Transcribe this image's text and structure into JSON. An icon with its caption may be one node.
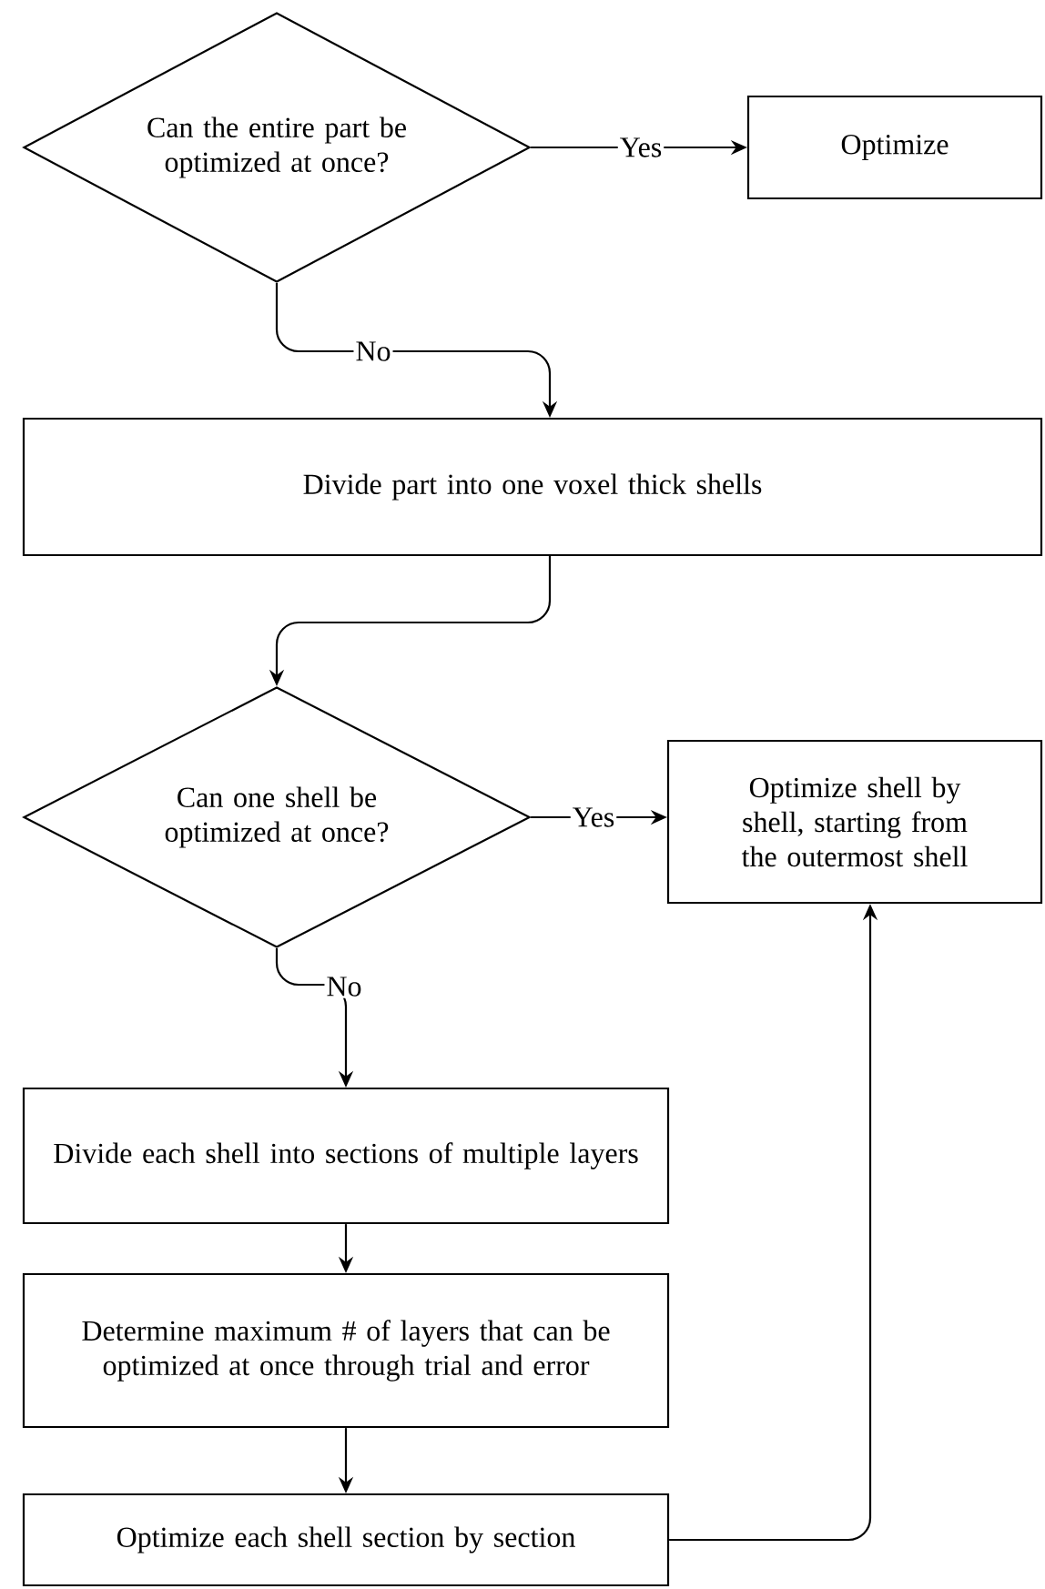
{
  "diagram": {
    "nodes": [
      {
        "text": [
          "Can the entire part be optimized at once?"
        ]
      },
      {
        "text": [
          "Optimize"
        ]
      },
      {
        "text": [
          "Divide part into one voxel thick shells"
        ]
      },
      {
        "text": [
          "Can one shell be optimized at once?"
        ]
      },
      {
        "text": [
          "Optimize shell by shell, starting from the outermost shell"
        ]
      },
      {
        "text": [
          "Divide each shell into sections of multiple layers"
        ]
      },
      {
        "text": [
          "Determine maximum # of layers that can be optimized at once through trial and error"
        ]
      },
      {
        "text": [
          "Optimize each shell section by section"
        ]
      }
    ],
    "edges": [
      {
        "from": 0,
        "to": 1,
        "arrow": "to",
        "label": "Yes"
      },
      {
        "from": 0,
        "to": 2,
        "arrow": "to",
        "label": "No"
      },
      {
        "from": 2,
        "to": 3,
        "arrow": "to"
      },
      {
        "from": 3,
        "to": 4,
        "arrow": "to",
        "label": "Yes"
      },
      {
        "from": 3,
        "to": 5,
        "arrow": "to",
        "label": "No"
      },
      {
        "from": 5,
        "to": 6,
        "arrow": "to"
      },
      {
        "from": 6,
        "to": 7,
        "arrow": "to"
      },
      {
        "from": 7,
        "to": 4,
        "arrow": "to"
      }
    ]
  }
}
